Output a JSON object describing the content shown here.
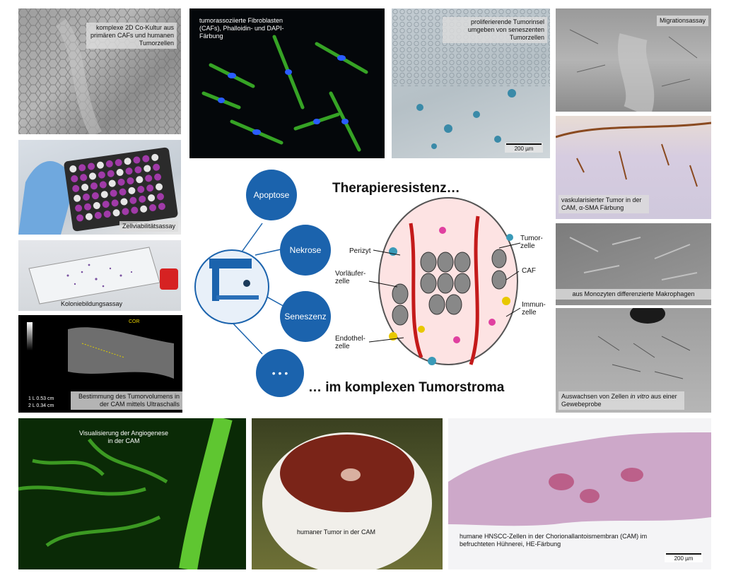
{
  "tiles": {
    "coculture": "komplexe 2D Co-Kultur aus primären CAFs und humanen Tumorzellen",
    "fibroblasts": "tumorassoziierte Fibroblasten (CAFs), Phalloidin- und DAPI-Färbung",
    "proliferating": "proliferierende Tumorinsel umgeben von seneszenten Tumorzellen",
    "proliferating_scale": "200 µm",
    "migration": "Migrationsassay",
    "viability": "Zellviabilitätsassay",
    "vascularized": "vaskularisierter Tumor in der CAM, α-SMA Färbung",
    "colony": "Koloniebildungsassay",
    "macrophages": "aus Monozyten differenzierte Makrophagen",
    "ultrasound": "Bestimmung des Tumorvolumens in der CAM mittels Ultraschalls",
    "ultrasound_cor": "COR",
    "ultrasound_m1": "1 L 0.53 cm",
    "ultrasound_m2": "2 L 0.34 cm",
    "outgrowth_pre": "Auswachsen von Zellen ",
    "outgrowth_em": "in vitro",
    "outgrowth_post": " aus einer Gewebeprobe",
    "angiogenesis": "Visualisierung der Angiogenese in der CAM",
    "tumor_cam": "humaner Tumor in der CAM",
    "hnscc": "humane HNSCC-Zellen in der Chorionallantoismembran (CAM) im befruchteten Hühnerei, HE-Färbung",
    "hnscc_scale": "200 µm"
  },
  "center": {
    "title_top": "Therapieresistenz…",
    "title_bottom": "… im komplexen Tumorstroma",
    "circles": [
      "Apoptose",
      "Nekrose",
      "Seneszenz",
      "• • •"
    ],
    "labels": {
      "perizyt": "Perizyt",
      "vorlaeufer": "Vorläufer-\nzelle",
      "endothel": "Endothel-\nzelle",
      "tumorzelle": "Tumor-\nzelle",
      "caf": "CAF",
      "immunzelle": "Immun-\nzelle"
    }
  },
  "colors": {
    "brand_blue": "#1b63ad",
    "circle_fill": "#1b63ad",
    "green_stain": "#3fbf2a",
    "dapi_blue": "#2a5cff"
  }
}
